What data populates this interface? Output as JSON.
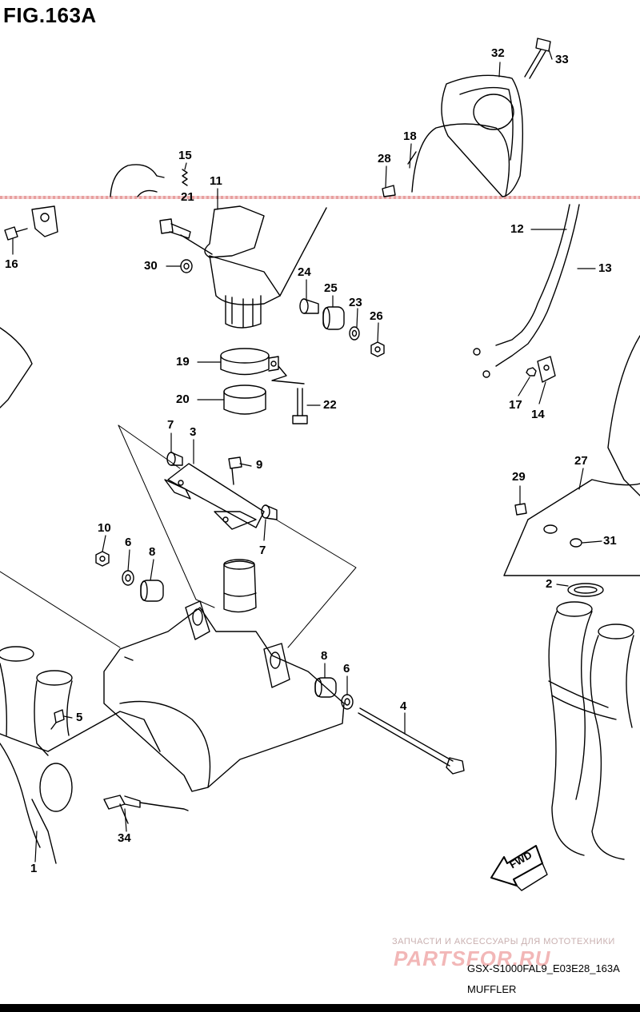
{
  "figure": {
    "title": "FIG.163A",
    "code": "GSX-S1000FAL9_E03E28_163A",
    "name": "MUFFLER",
    "fwd_label": "FWD"
  },
  "watermark": {
    "text": "ЗАПЧАСТИ И АКСЕССУАРЫ ДЛЯ МОТОТЕХНИКИ",
    "logo": "PARTSFOR.RU"
  },
  "callouts": {
    "c1": "1",
    "c2": "2",
    "c3": "3",
    "c4": "4",
    "c5": "5",
    "c6a": "6",
    "c6b": "6",
    "c7a": "7",
    "c7b": "7",
    "c8a": "8",
    "c8b": "8",
    "c9": "9",
    "c10": "10",
    "c11": "11",
    "c12": "12",
    "c13": "13",
    "c14": "14",
    "c15": "15",
    "c16": "16",
    "c17": "17",
    "c18": "18",
    "c19": "19",
    "c20": "20",
    "c21": "21",
    "c22": "22",
    "c23": "23",
    "c24": "24",
    "c25": "25",
    "c26": "26",
    "c27": "27",
    "c28": "28",
    "c29": "29",
    "c30": "30",
    "c31": "31",
    "c32": "32",
    "c33": "33",
    "c34": "34"
  }
}
